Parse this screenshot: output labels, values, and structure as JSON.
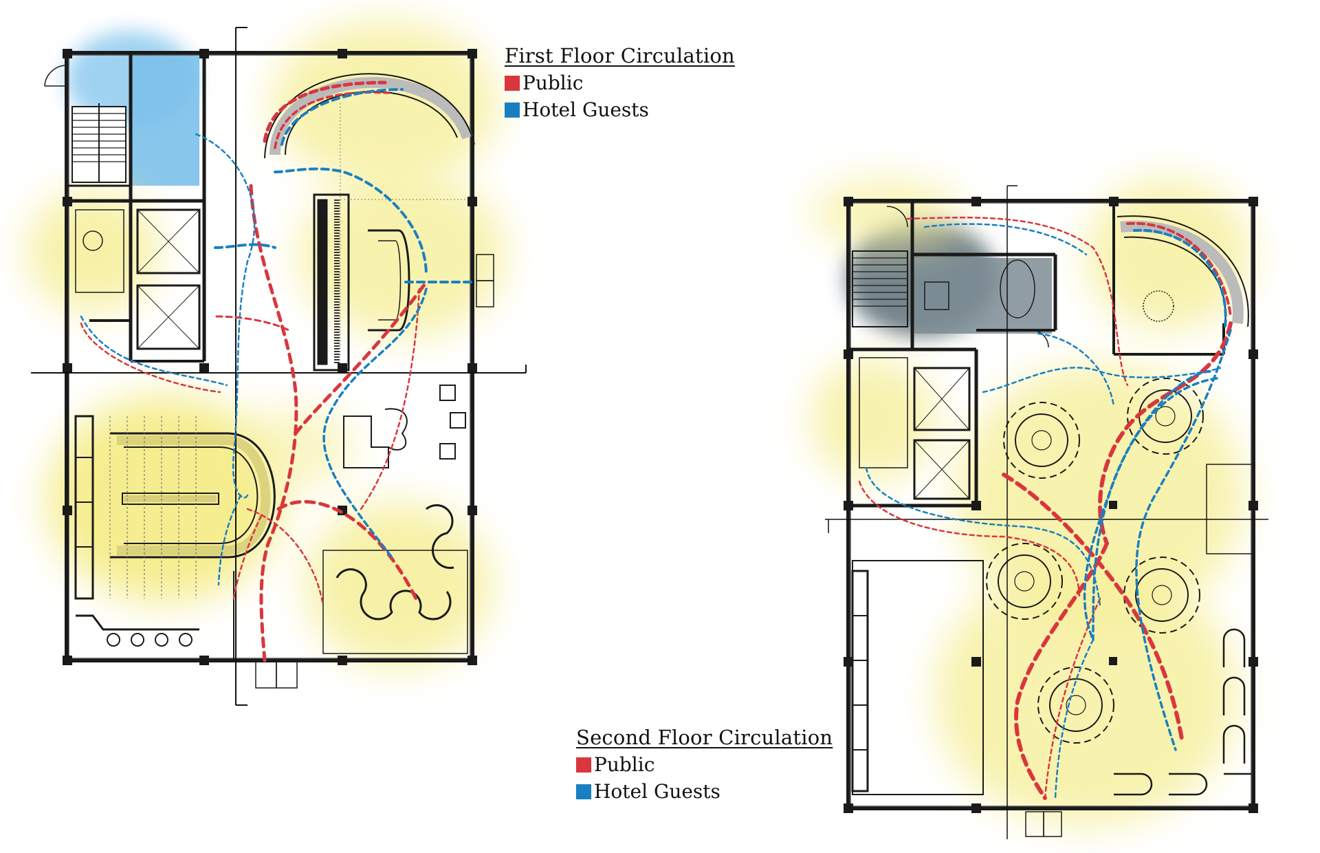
{
  "colors": {
    "public": "#d9363e",
    "hotel_guests": "#1a7fc1",
    "wall": "#1a1a1a",
    "highlight_yellow": "#f6ef9a",
    "highlight_blue": "#8fcbef",
    "highlight_gray": "#5f6f78"
  },
  "first_floor": {
    "title": "First Floor Circulation",
    "legend": [
      {
        "label": "Public",
        "color_key": "public"
      },
      {
        "label": "Hotel Guests",
        "color_key": "hotel_guests"
      }
    ]
  },
  "second_floor": {
    "title": "Second Floor Circulation",
    "legend": [
      {
        "label": "Public",
        "color_key": "public"
      },
      {
        "label": "Hotel Guests",
        "color_key": "hotel_guests"
      }
    ]
  }
}
